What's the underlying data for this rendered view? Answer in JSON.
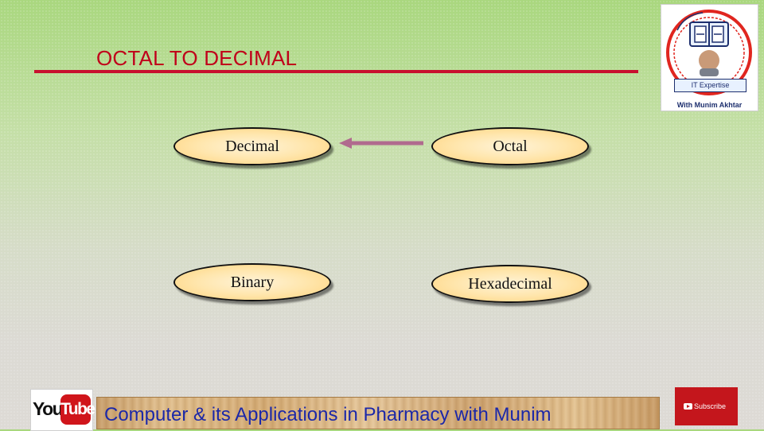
{
  "slide": {
    "title": "OCTAL TO DECIMAL"
  },
  "logo": {
    "badge": "IT Expertise",
    "label": "With Munim Akhtar"
  },
  "diagram": {
    "nodes": {
      "decimal": "Decimal",
      "octal": "Octal",
      "binary": "Binary",
      "hexadecimal": "Hexadecimal"
    },
    "arrow": {
      "from": "Octal",
      "to": "Decimal"
    }
  },
  "footer": {
    "youtube_you": "You",
    "youtube_tube": "Tube",
    "banner": "Computer & its Applications in Pharmacy with Munim",
    "subscribe": "Subscribe"
  },
  "colors": {
    "title": "#c0001a",
    "banner_text": "#1c28a8",
    "arrow": "#b06a8e",
    "subscribe_bg": "#c4161c"
  }
}
